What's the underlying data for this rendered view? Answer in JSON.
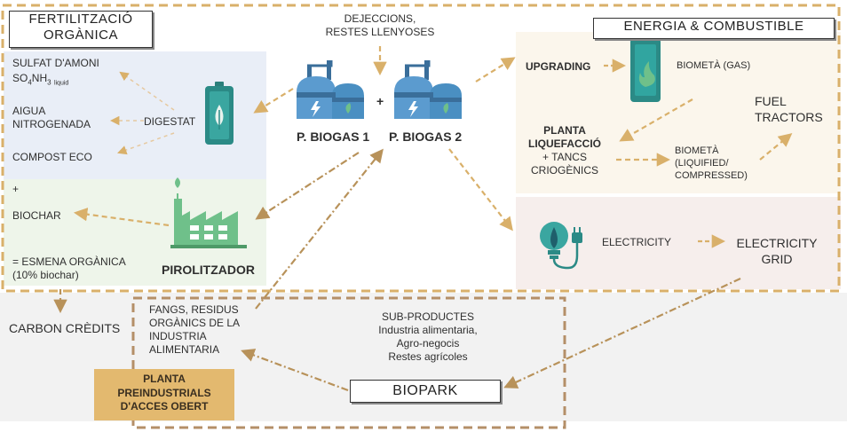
{
  "title_fert": [
    "FERTILITZACIÓ",
    "ORGÀNICA"
  ],
  "title_energy": "ENERGIA & COMBUSTIBLE",
  "feed": [
    "DEJECCIONS,",
    "RESTES LLENYOSES"
  ],
  "biogas1": "P. BIOGAS 1",
  "biogas2": "P. BIOGAS 2",
  "plus": "+",
  "fert": {
    "sulfat": "SULFAT D'AMONI",
    "formula_main": "SO",
    "formula_sub1": "4",
    "formula_mid": "NH",
    "formula_sub2": "3",
    "formula_tag": "liquid",
    "aigua": [
      "AIGUA",
      "NITROGENADA"
    ],
    "compost": "COMPOST ECO",
    "digestat": "DIGESTAT"
  },
  "pyro": {
    "plus": "+",
    "biochar": "BIOCHAR",
    "esmena": [
      "= ESMENA ORGÀNICA",
      "(10% biochar)"
    ],
    "label": "PIROLITZADOR"
  },
  "energy": {
    "upgrading": "UPGRADING",
    "biometa_gas": "BIOMETÀ (GAS)",
    "planta": [
      "PLANTA",
      "LIQUEFACCIÓ"
    ],
    "tancs": [
      "+ TANCS",
      "CRIOGÈNICS"
    ],
    "biometa_liq": [
      "BIOMETÀ",
      "(LIQUIFIED/",
      "COMPRESSED)"
    ],
    "fuel": [
      "FUEL",
      "TRACTORS"
    ],
    "electricity": "ELECTRICITY",
    "grid": [
      "ELECTRICITY",
      "GRID"
    ]
  },
  "carbon": "CARBON CRÈDITS",
  "bottom": {
    "fangs": [
      "FANGS, RESIDUS",
      "ORGÀNICS DE LA",
      "INDUSTRIA",
      "ALIMENTARIA"
    ],
    "sub": [
      "SUB-PRODUCTES",
      "Industria alimentaria,",
      "Agro-negocis",
      "Restes agrícoles"
    ],
    "planta": [
      "PLANTA",
      "PREINDUSTRIALS",
      "D'ACCES OBERT"
    ],
    "biopark": "BIOPARK"
  },
  "colors": {
    "accent": "#d9b06a",
    "fert_bg": "#e9eef7",
    "pyro_bg": "#eef5ea",
    "energy_bg": "#fbf6ec",
    "elec_bg": "#f6eeec",
    "planta_box": "#e3b96f",
    "teal": "#2b8a86",
    "factory_green": "#6fc08a",
    "icon_blue": "#4a8fc2"
  }
}
